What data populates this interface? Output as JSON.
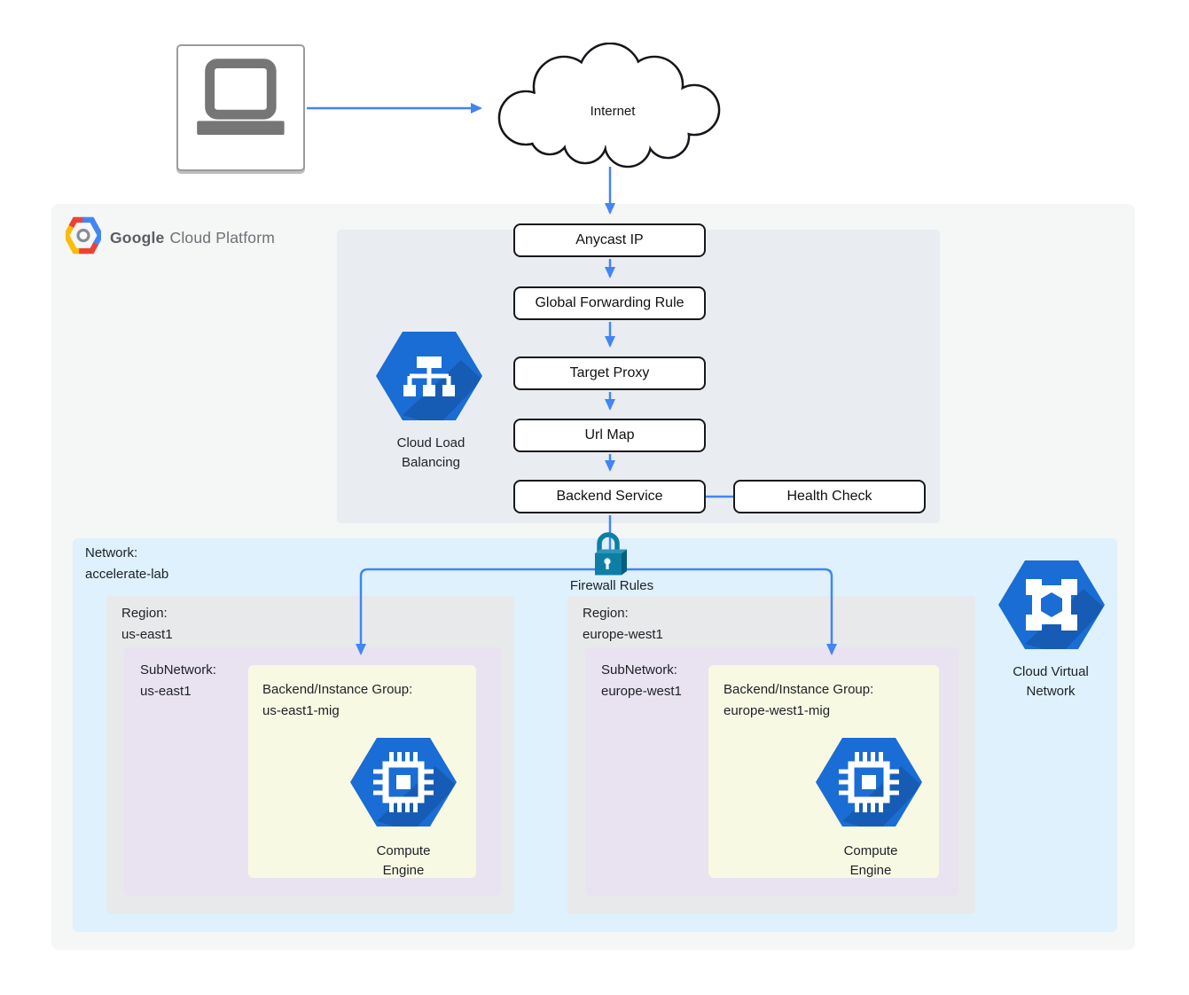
{
  "header": {
    "logo_google": "Google",
    "logo_rest": "Cloud Platform"
  },
  "internet": {
    "label": "Internet"
  },
  "load_balancing": {
    "icon_label_line1": "Cloud Load",
    "icon_label_line2": "Balancing",
    "flow": [
      "Anycast IP",
      "Global Forwarding Rule",
      "Target Proxy",
      "Url Map",
      "Backend Service"
    ],
    "health_check_label": "Health Check"
  },
  "firewall": {
    "label": "Firewall Rules"
  },
  "network": {
    "label_line1": "Network:",
    "label_line2": "accelerate-lab",
    "vpc_icon_label_line1": "Cloud Virtual",
    "vpc_icon_label_line2": "Network"
  },
  "regions": [
    {
      "region_title": "Region:",
      "region_name": "us-east1",
      "subnet_title": "SubNetwork:",
      "subnet_name": "us-east1",
      "group_title": "Backend/Instance Group:",
      "group_name": "us-east1-mig",
      "engine_label_line1": "Compute",
      "engine_label_line2": "Engine"
    },
    {
      "region_title": "Region:",
      "region_name": "europe-west1",
      "subnet_title": "SubNetwork:",
      "subnet_name": "europe-west1",
      "group_title": "Backend/Instance Group:",
      "group_name": "europe-west1-mig",
      "engine_label_line1": "Compute",
      "engine_label_line2": "Engine"
    }
  ],
  "icons": {
    "client": "laptop-icon",
    "internet": "cloud-outline-shape",
    "load_balancing": "hexagon-network-tree-icon",
    "compute_engine": "hexagon-chip-icon",
    "cloud_virtual_network": "hexagon-nodes-icon",
    "firewall": "padlock-icon",
    "logo": "gcp-hexagon-logo-icon"
  },
  "colors": {
    "arrow_blue": "#4285f4",
    "hexagon_blue": "#1a6dd4",
    "hexagon_shadow": "rgba(10,30,70,0.22)",
    "lock_teal": "#0d7fa6",
    "platform_bg": "#f5f6f6",
    "load_balancer_bg": "#e9edf1",
    "network_bg": "#def1fc",
    "region_bg": "#e8e9ea",
    "subnetwork_bg": "#e9e2f1",
    "instance_group_bg": "#f8f9e3",
    "logo_red": "#ea4335",
    "logo_blue": "#4285f4",
    "logo_yellow": "#fbbc05"
  }
}
